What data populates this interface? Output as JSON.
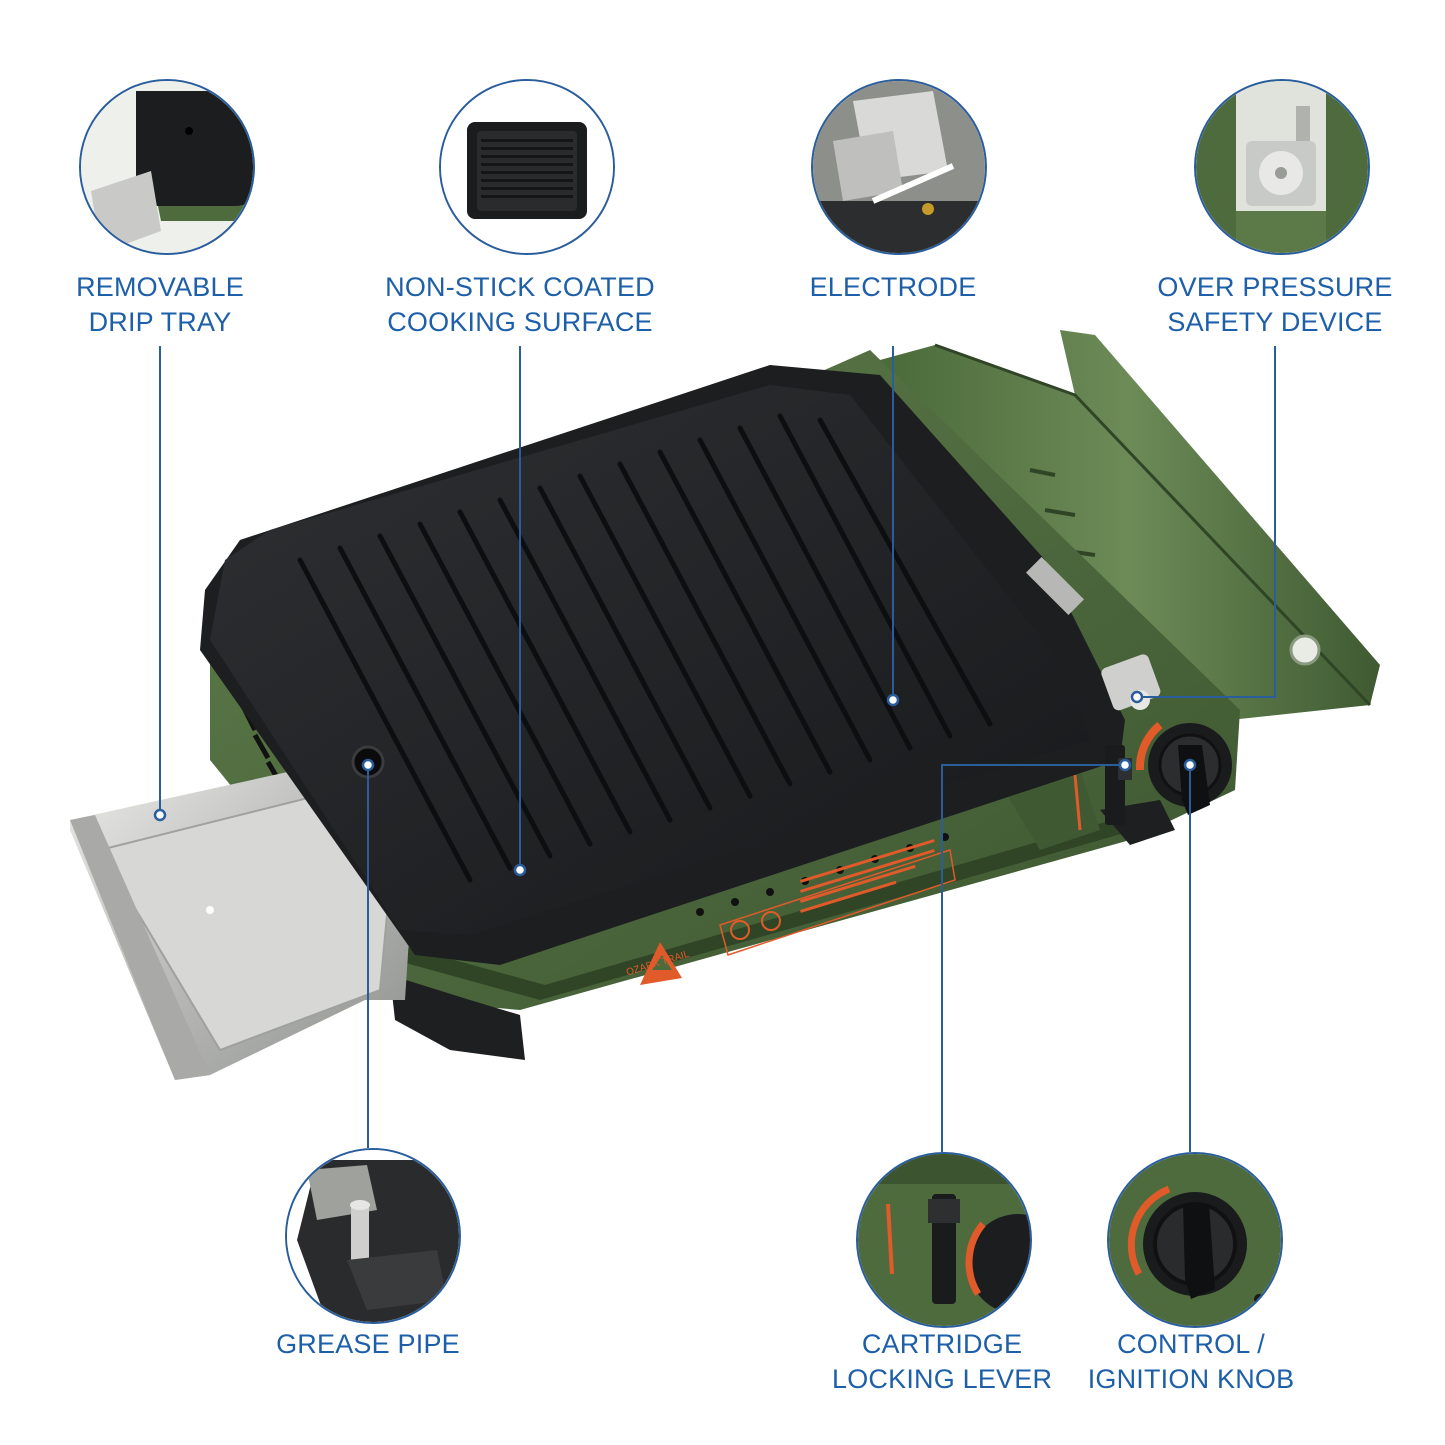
{
  "callouts": {
    "drip_tray": [
      "REMOVABLE",
      "DRIP TRAY"
    ],
    "cooking_surface": [
      "NON-STICK COATED",
      "COOKING SURFACE"
    ],
    "electrode": [
      "ELECTRODE"
    ],
    "pressure_device": [
      "OVER PRESSURE",
      "SAFETY DEVICE"
    ],
    "grease_pipe": [
      "GREASE PIPE"
    ],
    "locking_lever": [
      "CARTRIDGE",
      "LOCKING LEVER"
    ],
    "control_knob": [
      "CONTROL /",
      "IGNITION KNOB"
    ]
  },
  "product": {
    "brand_logo_text": "OZARK TRAIL"
  },
  "colors": {
    "label_blue": "#1d5fa8",
    "leader_blue": "#2a5d9c",
    "body_green": "#4e6b3e",
    "griddle_black": "#1f2022",
    "steel": "#c8c9c7",
    "accent_orange": "#e05a2a"
  }
}
